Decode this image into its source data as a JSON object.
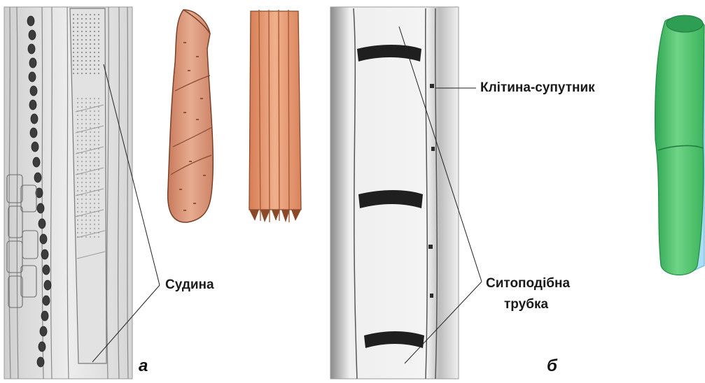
{
  "labels": {
    "vessel": "Судина",
    "companion_cell": "Клітина-супутник",
    "sieve_tube_line1": "Ситоподібна",
    "sieve_tube_line2": "трубка"
  },
  "panel_letters": {
    "a": "а",
    "b": "б"
  },
  "colors": {
    "vessel_cell": "#d99a7e",
    "tracheid": "#e0926a",
    "sieve_tube": "#4dbf6a",
    "companion": "#8fd3f0",
    "micrograph_bg": "#e9e9e9"
  }
}
